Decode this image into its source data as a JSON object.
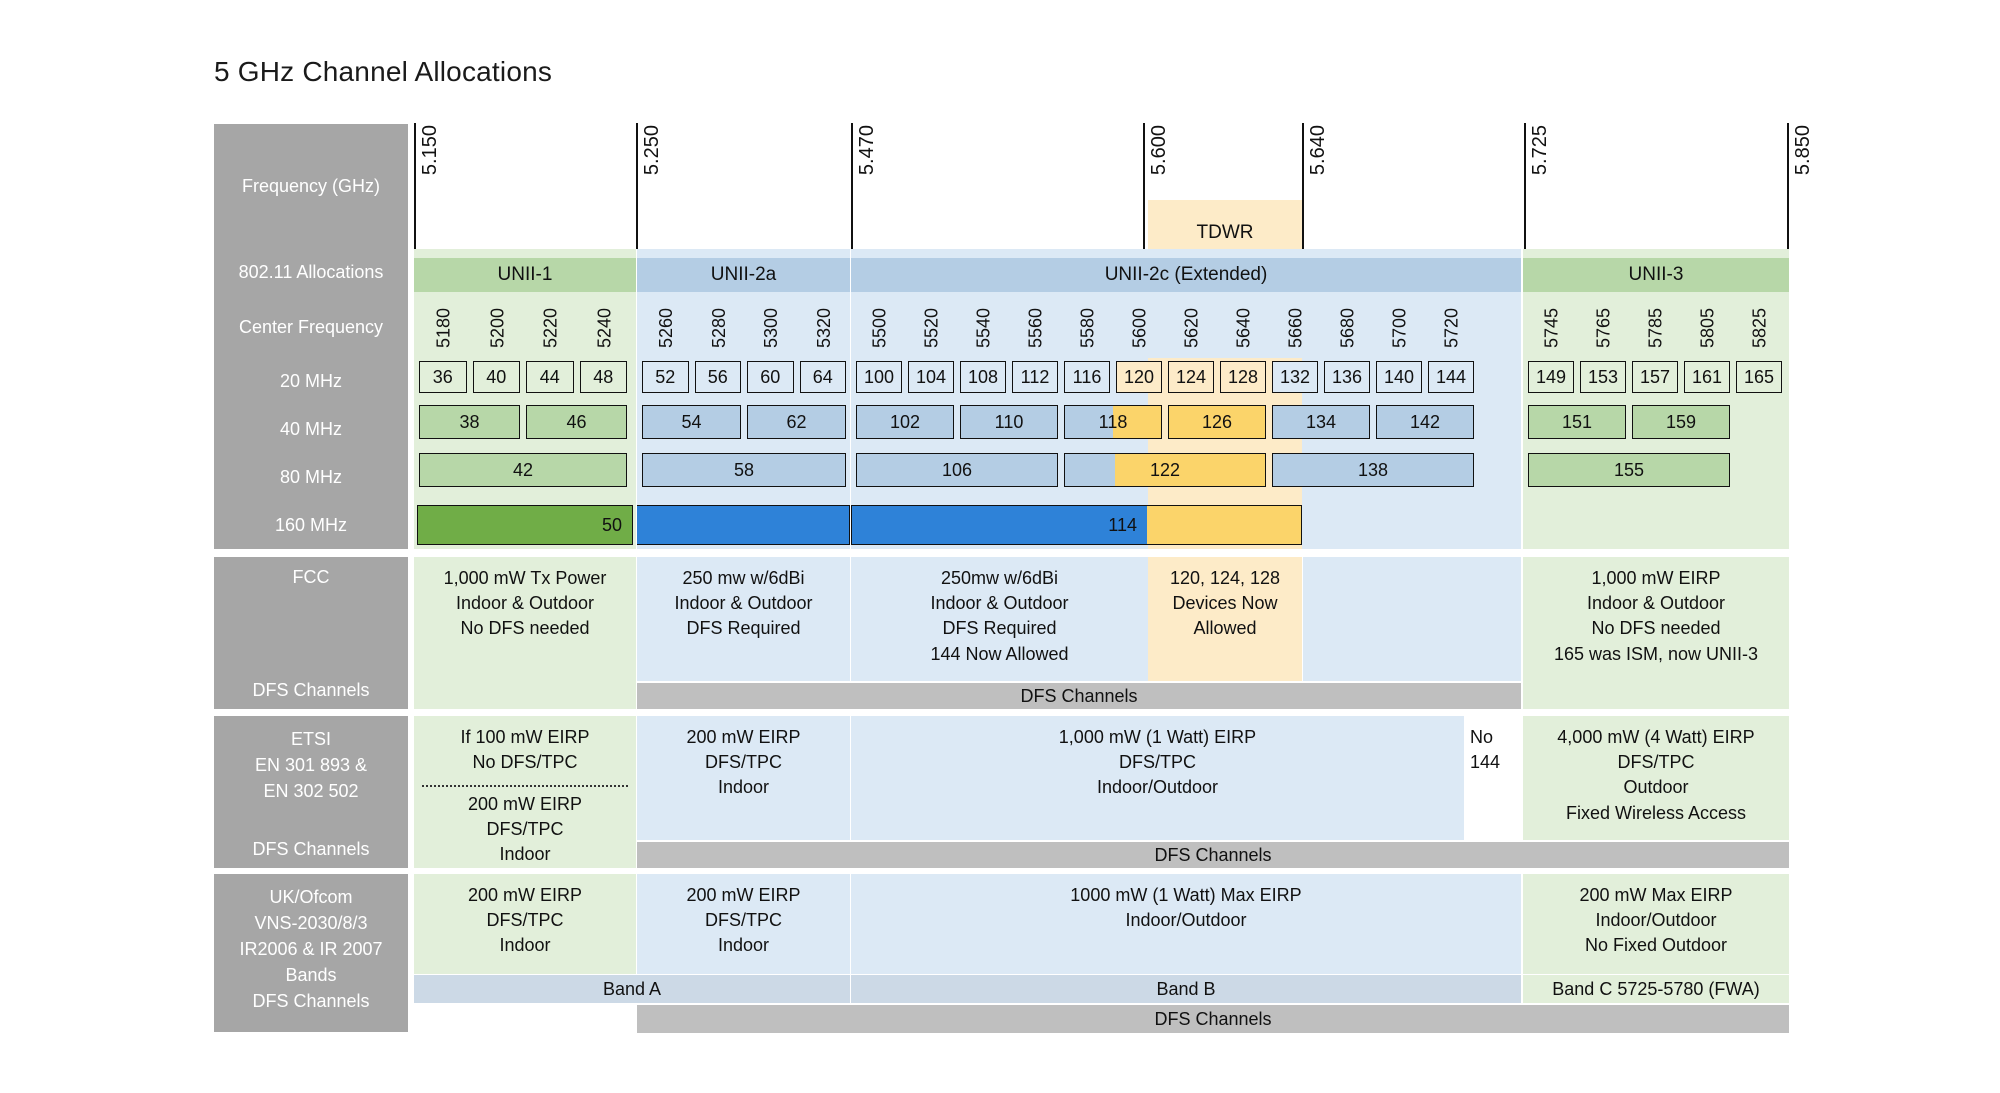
{
  "title": "5 GHz Channel Allocations",
  "row_labels": {
    "frequency": "Frequency (GHz)",
    "allocations": "802.11 Allocations",
    "center_frequency": "Center Frequency",
    "mhz20": "20 MHz",
    "mhz40": "40 MHz",
    "mhz80": "80 MHz",
    "mhz160": "160 MHz",
    "fcc": "FCC",
    "fcc_dfs": "DFS Channels",
    "etsi_line1": "ETSI",
    "etsi_line2": "EN 301 893 &",
    "etsi_line3": "EN 302 502",
    "etsi_dfs": "DFS Channels",
    "ofcom_line1": "UK/Ofcom",
    "ofcom_line2": "VNS-2030/8/3",
    "ofcom_line3": "IR2006 & IR 2007",
    "ofcom_bands": "Bands",
    "ofcom_dfs": "DFS Channels"
  },
  "frequency_ticks": [
    "5.150",
    "5.250",
    "5.470",
    "5.600",
    "5.640",
    "5.725",
    "5.850"
  ],
  "tdwr_label": "TDWR",
  "bands": [
    {
      "name": "UNII-1",
      "color": "#b7d7a8",
      "bg": "#e2efda"
    },
    {
      "name": "UNII-2a",
      "color": "#b4cde4",
      "bg": "#dce9f5"
    },
    {
      "name": "UNII-2c (Extended)",
      "color": "#b4cde4",
      "bg": "#dce9f5"
    },
    {
      "name": "UNII-3",
      "color": "#b7d7a8",
      "bg": "#e2efda"
    }
  ],
  "center_frequencies": [
    "5180",
    "5200",
    "5220",
    "5240",
    "5260",
    "5280",
    "5300",
    "5320",
    "5500",
    "5520",
    "5540",
    "5560",
    "5580",
    "5600",
    "5620",
    "5640",
    "5660",
    "5680",
    "5700",
    "5720",
    "5745",
    "5765",
    "5785",
    "5805",
    "5825"
  ],
  "channels_20mhz": [
    "36",
    "40",
    "44",
    "48",
    "52",
    "56",
    "60",
    "64",
    "100",
    "104",
    "108",
    "112",
    "116",
    "120",
    "124",
    "128",
    "132",
    "136",
    "140",
    "144",
    "149",
    "153",
    "157",
    "161",
    "165"
  ],
  "channels_40mhz": [
    "38",
    "46",
    "54",
    "62",
    "102",
    "110",
    "118",
    "126",
    "134",
    "142",
    "151",
    "159"
  ],
  "channels_80mhz": [
    "42",
    "58",
    "106",
    "122",
    "138",
    "155"
  ],
  "channels_160mhz": [
    "50",
    "114"
  ],
  "fcc": {
    "unii1": [
      "1,000 mW Tx Power",
      "Indoor & Outdoor",
      "No DFS needed"
    ],
    "unii2a": [
      "250 mw w/6dBi",
      "Indoor & Outdoor",
      "DFS Required"
    ],
    "unii2c": [
      "250mw w/6dBi",
      "Indoor & Outdoor",
      "DFS Required",
      "144 Now Allowed"
    ],
    "tdwr": [
      "120, 124, 128",
      "Devices Now",
      "Allowed"
    ],
    "unii3": [
      "1,000 mW EIRP",
      "Indoor & Outdoor",
      "No DFS needed",
      "165 was ISM, now UNII-3"
    ],
    "dfs_bar": "DFS Channels"
  },
  "etsi": {
    "unii1_a": [
      "If 100 mW EIRP",
      "No DFS/TPC"
    ],
    "unii1_b": [
      "200 mW EIRP",
      "DFS/TPC",
      "Indoor"
    ],
    "unii2a": [
      "200 mW EIRP",
      "DFS/TPC",
      "Indoor"
    ],
    "unii2c": [
      "1,000 mW (1 Watt) EIRP",
      "DFS/TPC",
      "Indoor/Outdoor"
    ],
    "no144": [
      "No",
      "144"
    ],
    "unii3": [
      "4,000 mW (4 Watt) EIRP",
      "DFS/TPC",
      "Outdoor",
      "Fixed Wireless Access"
    ],
    "dfs_bar": "DFS Channels"
  },
  "ofcom": {
    "unii1": [
      "200 mW EIRP",
      "DFS/TPC",
      "Indoor"
    ],
    "unii2a": [
      "200 mW EIRP",
      "DFS/TPC",
      "Indoor"
    ],
    "unii2c": [
      "1000 mW (1 Watt) Max EIRP",
      "Indoor/Outdoor"
    ],
    "unii3": [
      "200 mW Max EIRP",
      "Indoor/Outdoor",
      "No Fixed Outdoor"
    ],
    "band_a": "Band A",
    "band_b": "Band B",
    "band_c": "Band C     5725-5780 (FWA)",
    "dfs_bar": "DFS Channels"
  },
  "colors": {
    "grey_label": "#a6a6a6",
    "grey_bar": "#bfbfbf",
    "green_light": "#e2efda",
    "green_mid": "#b7d7a8",
    "green_strong": "#70ad47",
    "blue_light": "#dce9f5",
    "blue_mid": "#b4cde4",
    "blue_strong": "#2e82d8",
    "amber_light": "#fdebc8",
    "amber_mid": "#fbd46a",
    "band_bar_blue": "#ccd9e6"
  }
}
